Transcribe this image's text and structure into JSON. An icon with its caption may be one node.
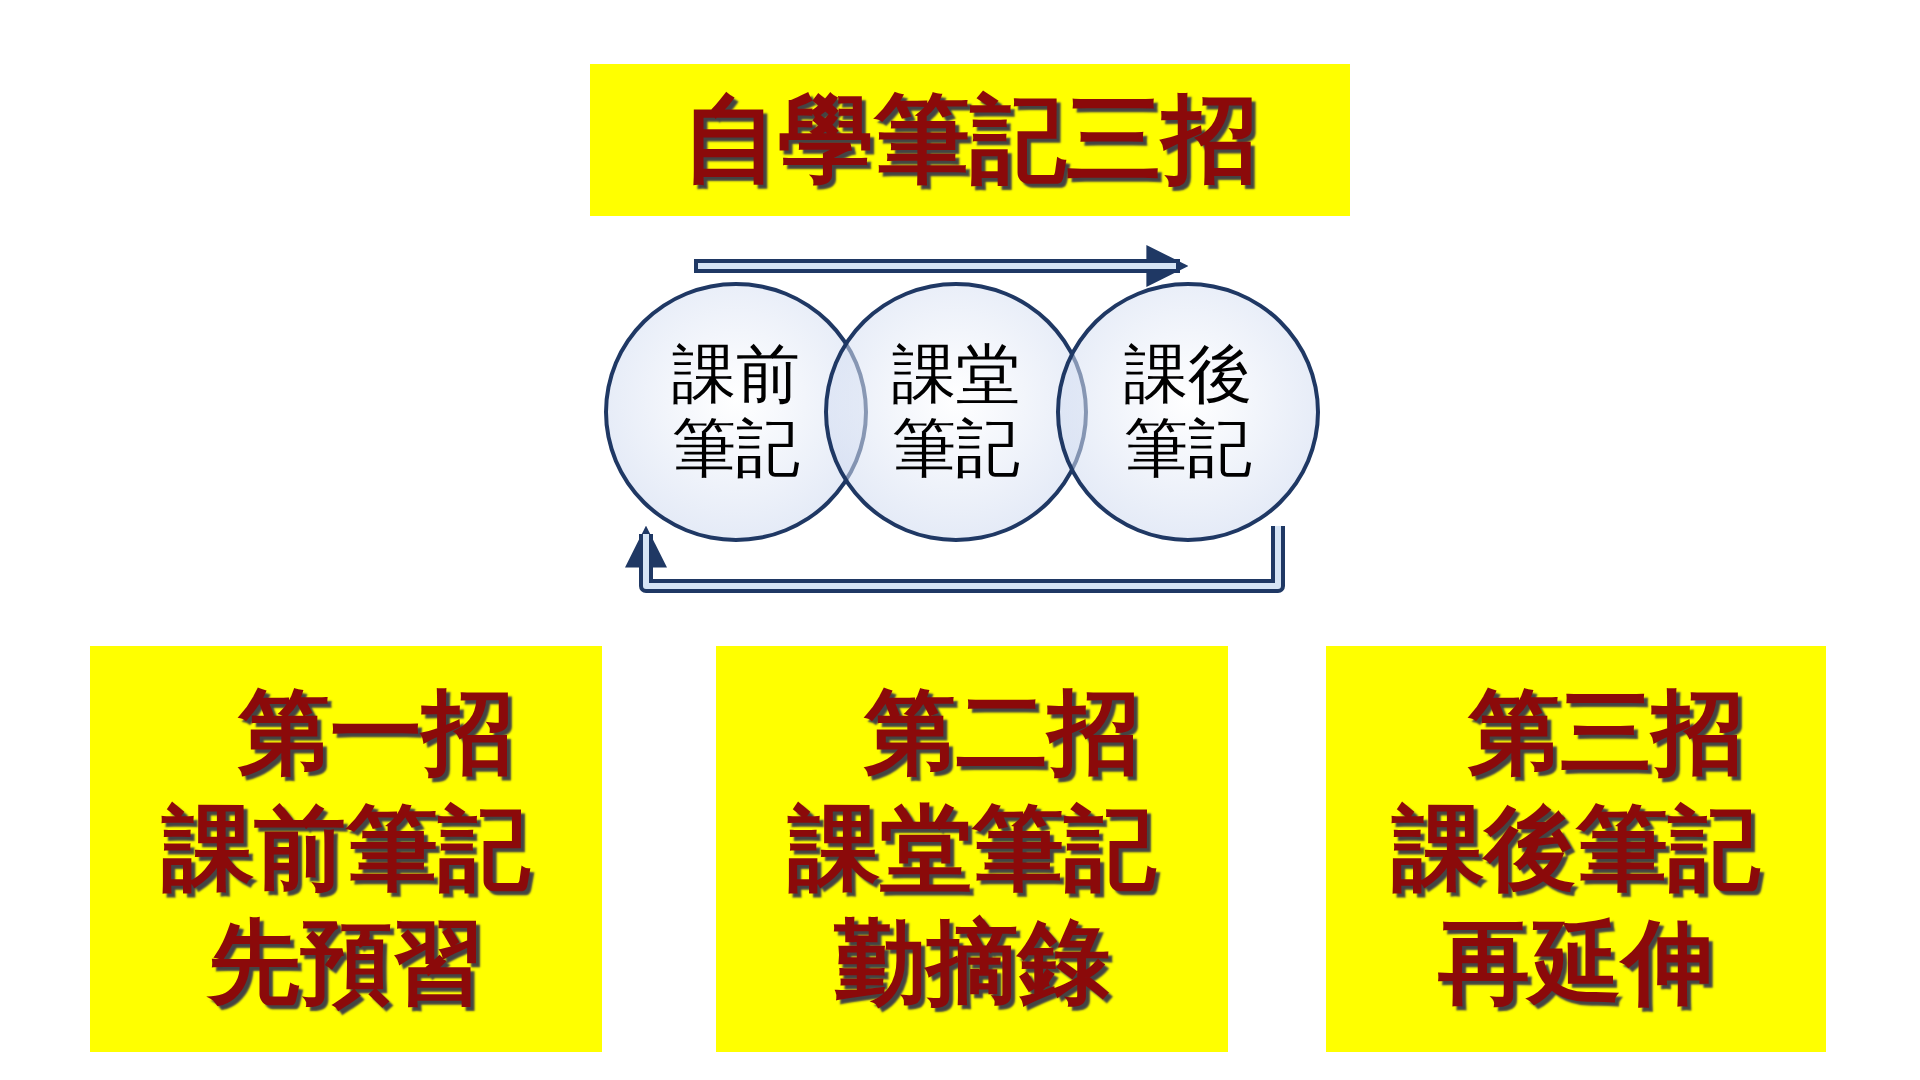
{
  "diagram": {
    "title": "自學筆記三招",
    "nodes": [
      {
        "text": [
          "課前筆記"
        ]
      },
      {
        "text": [
          "課堂筆記"
        ]
      },
      {
        "text": [
          "課後筆記"
        ]
      },
      {
        "text": [
          "第一招",
          "課前筆記",
          "先預習"
        ]
      },
      {
        "text": [
          "第二招",
          "課堂筆記",
          "勤摘錄"
        ]
      },
      {
        "text": [
          "第三招",
          "課後筆記",
          "再延伸"
        ]
      }
    ],
    "edges": [
      {
        "from": 2,
        "to": 0,
        "arrow": "to"
      }
    ]
  }
}
